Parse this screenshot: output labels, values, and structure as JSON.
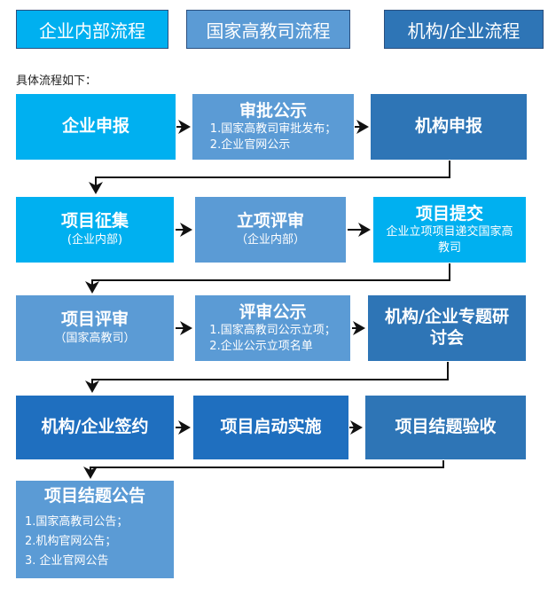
{
  "legend": {
    "enterprise": "企业内部流程",
    "government": "国家高教司流程",
    "institution": "机构/企业流程"
  },
  "intro": "具体流程如下：",
  "steps": {
    "enterprise_report": {
      "title": "企业申报"
    },
    "approval_notice": {
      "title": "审批公示",
      "lines": [
        "1.国家高教司审批发布；",
        "2.企业官网公示"
      ]
    },
    "institution_report": {
      "title": "机构申报"
    },
    "project_collect": {
      "title": "项目征集",
      "sub": "(企业内部)"
    },
    "project_review": {
      "title": "立项评审",
      "sub": "（企业内部）"
    },
    "project_submit": {
      "title": "项目提交",
      "sub": "企业立项项目递交国家高教司"
    },
    "project_evaluation": {
      "title": "项目评审",
      "sub": "（国家高教司）"
    },
    "review_notice": {
      "title": "评审公示",
      "lines": [
        "1.国家高教司公示立项；",
        "2.企业公示立项名单"
      ]
    },
    "seminar": {
      "title": "机构/企业专题研讨会"
    },
    "signing": {
      "title": "机构/企业签约"
    },
    "kickoff": {
      "title": "项目启动实施"
    },
    "acceptance": {
      "title": "项目结题验收"
    },
    "closing_notice": {
      "title": "项目结题公告",
      "lines": [
        "1.国家高教司公告；",
        "2.机构官网公告；",
        "3. 企业官网公告"
      ]
    }
  }
}
